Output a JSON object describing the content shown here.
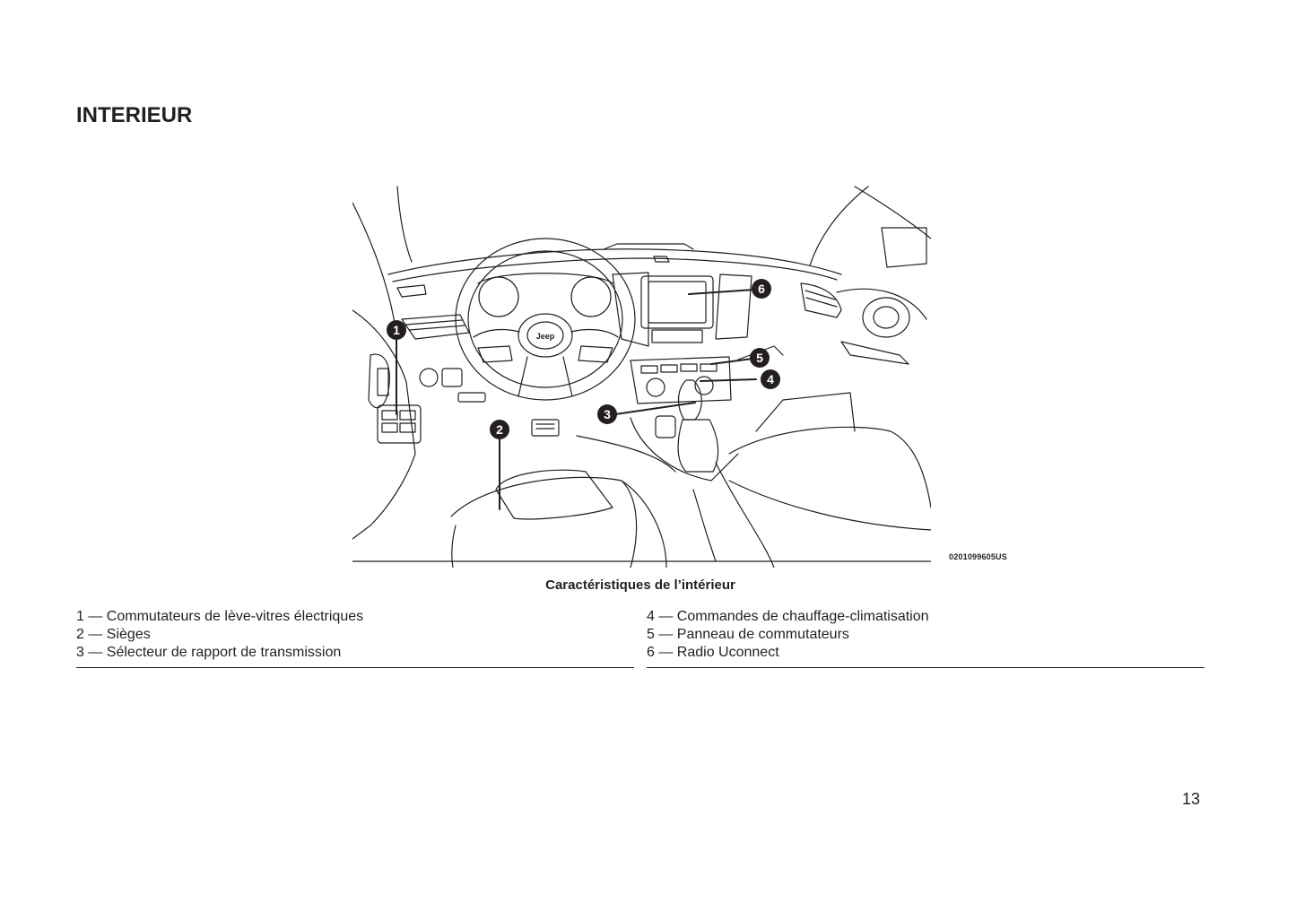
{
  "page": {
    "heading": "INTERIEUR",
    "page_number": "13"
  },
  "figure": {
    "code": "0201099605US",
    "brand_on_wheel": "Jeep",
    "callouts": [
      "1",
      "2",
      "3",
      "4",
      "5",
      "6"
    ],
    "caption": "Caractéristiques de l’intérieur"
  },
  "legend": {
    "left": [
      "1 — Commutateurs de lève-vitres électriques",
      "2 — Sièges",
      "3 — Sélecteur de rapport de transmission"
    ],
    "right": [
      "4 — Commandes de chauffage-climatisation",
      "5 — Panneau de commutateurs",
      "6 — Radio Uconnect"
    ]
  }
}
